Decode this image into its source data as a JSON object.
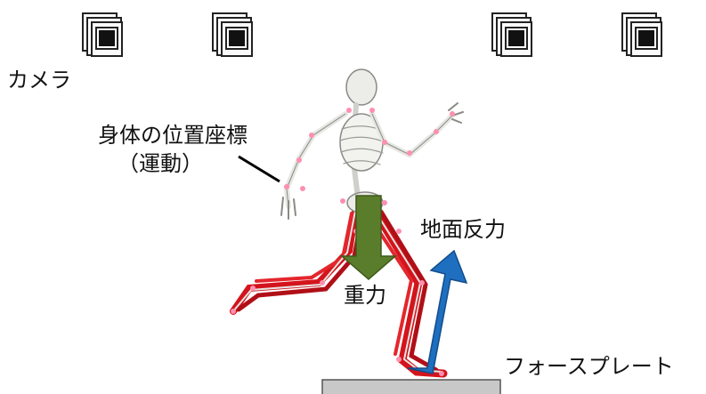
{
  "labels": {
    "camera": "カメラ",
    "body_coords_line1": "身体の位置座標",
    "body_coords_line2": "（運動）",
    "ground_reaction": "地面反力",
    "gravity": "重力",
    "force_plate": "フォースプレート"
  },
  "colors": {
    "gravity_arrow": "#5a7d2b",
    "ground_reaction_arrow": "#1f6fc0",
    "muscle": "#d4141c",
    "bone": "#e6e6e2",
    "marker": "#ff8fb0",
    "force_plate": "#c8c8c8"
  },
  "icons": [
    "camera-icon",
    "camera-icon",
    "camera-icon",
    "camera-icon"
  ]
}
